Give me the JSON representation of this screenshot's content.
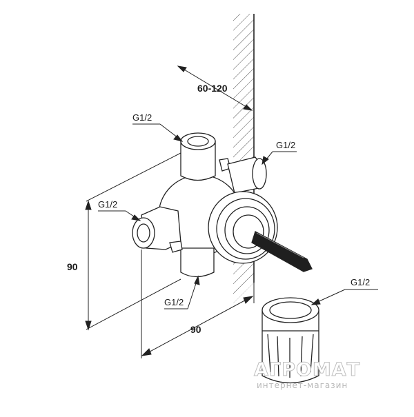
{
  "labels": {
    "top_inlet": "G1/2",
    "right_inlet": "G1/2",
    "left_inlet": "G1/2",
    "bottom_outlet": "G1/2",
    "adapter": "G1/2"
  },
  "dimensions": {
    "depth": "60-120",
    "height": "90",
    "width": "90"
  },
  "watermark": {
    "brand": "АГРОМАТ",
    "tagline": "интернет-магазин"
  }
}
